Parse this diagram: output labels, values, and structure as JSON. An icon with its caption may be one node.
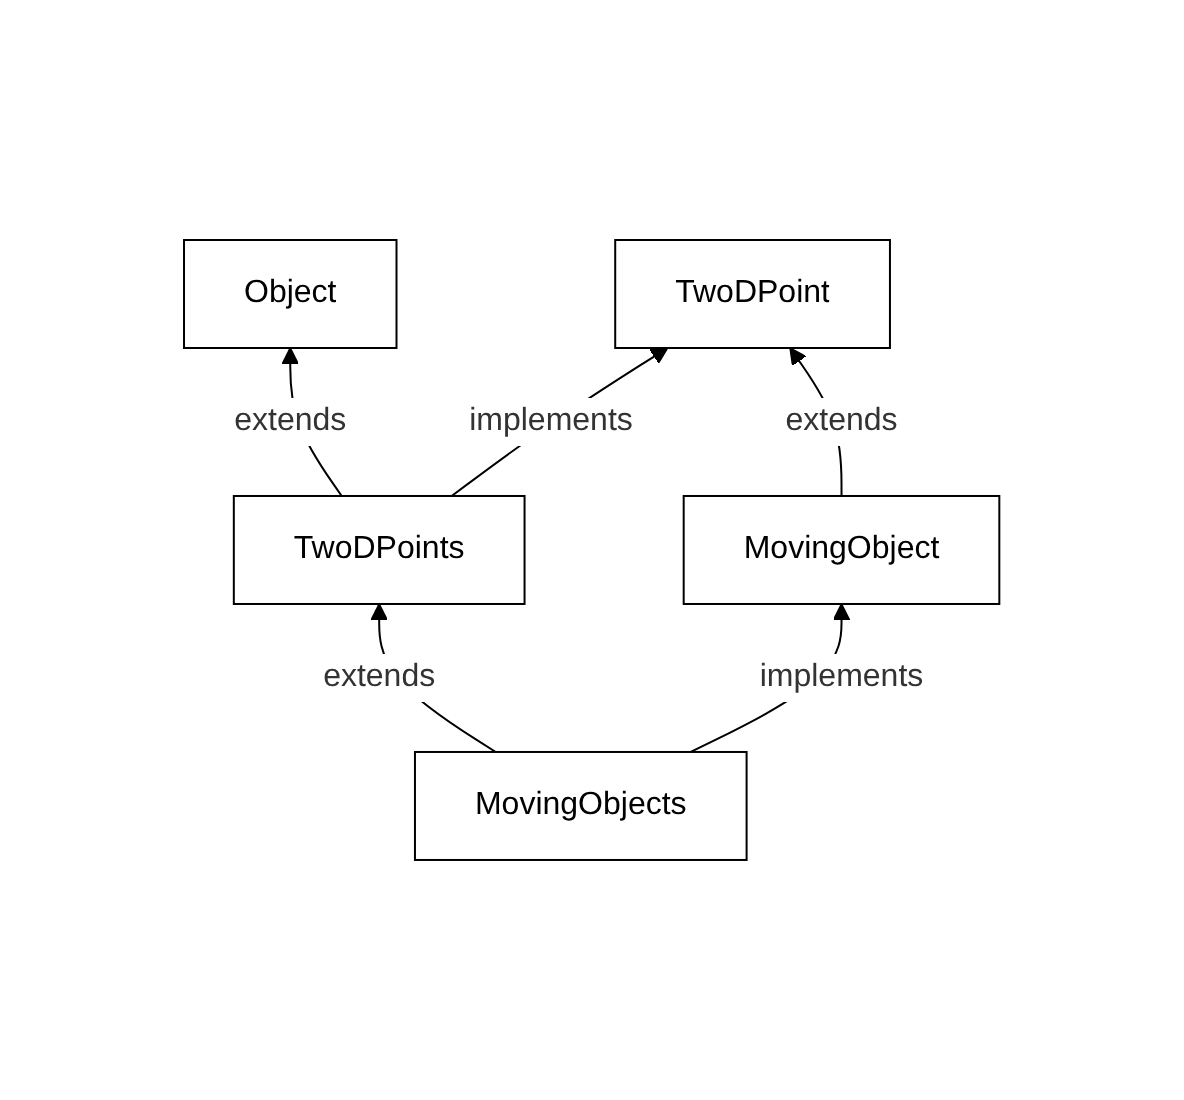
{
  "diagram": {
    "nodes": [
      {
        "text": [
          "Object"
        ]
      },
      {
        "text": [
          "TwoDPoint"
        ]
      },
      {
        "text": [
          "TwoDPoints"
        ]
      },
      {
        "text": [
          "MovingObject"
        ]
      },
      {
        "text": [
          "MovingObjects"
        ]
      }
    ],
    "edges": [
      {
        "from": 2,
        "to": 0,
        "arrow": "to",
        "label": "extends"
      },
      {
        "from": 2,
        "to": 1,
        "arrow": "to",
        "label": "implements"
      },
      {
        "from": 3,
        "to": 1,
        "arrow": "to",
        "label": "extends"
      },
      {
        "from": 4,
        "to": 2,
        "arrow": "to",
        "label": "extends"
      },
      {
        "from": 4,
        "to": 3,
        "arrow": "to",
        "label": "implements"
      }
    ]
  }
}
